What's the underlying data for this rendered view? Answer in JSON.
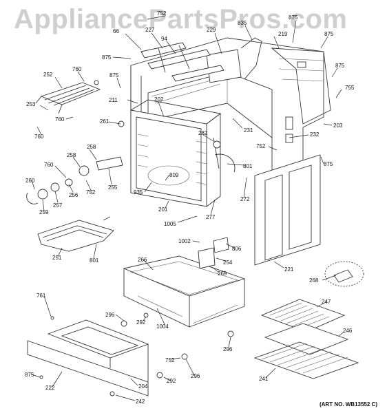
{
  "watermark": "AppliancePartsPros.com",
  "art_number": "(ART NO. WB13552 C)",
  "labels": [
    {
      "name": "label-752-top",
      "text": "752"
    },
    {
      "name": "label-66",
      "text": "66"
    },
    {
      "name": "label-227",
      "text": "227"
    },
    {
      "name": "label-229",
      "text": "229"
    },
    {
      "name": "label-94",
      "text": "94"
    },
    {
      "name": "label-875-a",
      "text": "875"
    },
    {
      "name": "label-835",
      "text": "835"
    },
    {
      "name": "label-875-b",
      "text": "875"
    },
    {
      "name": "label-219",
      "text": "219"
    },
    {
      "name": "label-875-c",
      "text": "875"
    },
    {
      "name": "label-875-d",
      "text": "875"
    },
    {
      "name": "label-760-a",
      "text": "760"
    },
    {
      "name": "label-252",
      "text": "252"
    },
    {
      "name": "label-875-e",
      "text": "875"
    },
    {
      "name": "label-755",
      "text": "755"
    },
    {
      "name": "label-211",
      "text": "211"
    },
    {
      "name": "label-202",
      "text": "202"
    },
    {
      "name": "label-253",
      "text": "253"
    },
    {
      "name": "label-760-b",
      "text": "760"
    },
    {
      "name": "label-261",
      "text": "261"
    },
    {
      "name": "label-231",
      "text": "231"
    },
    {
      "name": "label-203",
      "text": "203"
    },
    {
      "name": "label-760-c",
      "text": "760"
    },
    {
      "name": "label-282",
      "text": "282"
    },
    {
      "name": "label-232",
      "text": "232"
    },
    {
      "name": "label-258-a",
      "text": "258"
    },
    {
      "name": "label-258-b",
      "text": "258"
    },
    {
      "name": "label-752-mid",
      "text": "752"
    },
    {
      "name": "label-760-d",
      "text": "760"
    },
    {
      "name": "label-875-f",
      "text": "875"
    },
    {
      "name": "label-801-a",
      "text": "801"
    },
    {
      "name": "label-809",
      "text": "809"
    },
    {
      "name": "label-260",
      "text": "260"
    },
    {
      "name": "label-256",
      "text": "256"
    },
    {
      "name": "label-752-left",
      "text": "752"
    },
    {
      "name": "label-255",
      "text": "255"
    },
    {
      "name": "label-935",
      "text": "935"
    },
    {
      "name": "label-272",
      "text": "272"
    },
    {
      "name": "label-257",
      "text": "257"
    },
    {
      "name": "label-259",
      "text": "259"
    },
    {
      "name": "label-201",
      "text": "201"
    },
    {
      "name": "label-277",
      "text": "277"
    },
    {
      "name": "label-1005",
      "text": "1005"
    },
    {
      "name": "label-1002",
      "text": "1002"
    },
    {
      "name": "label-806",
      "text": "806"
    },
    {
      "name": "label-251",
      "text": "251"
    },
    {
      "name": "label-801-b",
      "text": "801"
    },
    {
      "name": "label-266",
      "text": "266"
    },
    {
      "name": "label-254",
      "text": "254"
    },
    {
      "name": "label-269",
      "text": "269"
    },
    {
      "name": "label-221",
      "text": "221"
    },
    {
      "name": "label-268",
      "text": "268"
    },
    {
      "name": "label-761",
      "text": "761"
    },
    {
      "name": "label-247",
      "text": "247"
    },
    {
      "name": "label-296-a",
      "text": "296"
    },
    {
      "name": "label-292-a",
      "text": "292"
    },
    {
      "name": "label-1004",
      "text": "1004"
    },
    {
      "name": "label-246",
      "text": "246"
    },
    {
      "name": "label-296-b",
      "text": "296"
    },
    {
      "name": "label-752-bottom",
      "text": "752"
    },
    {
      "name": "label-875-g",
      "text": "875"
    },
    {
      "name": "label-222",
      "text": "222"
    },
    {
      "name": "label-204",
      "text": "204"
    },
    {
      "name": "label-292-b",
      "text": "292"
    },
    {
      "name": "label-296-c",
      "text": "296"
    },
    {
      "name": "label-241",
      "text": "241"
    },
    {
      "name": "label-242",
      "text": "242"
    }
  ]
}
